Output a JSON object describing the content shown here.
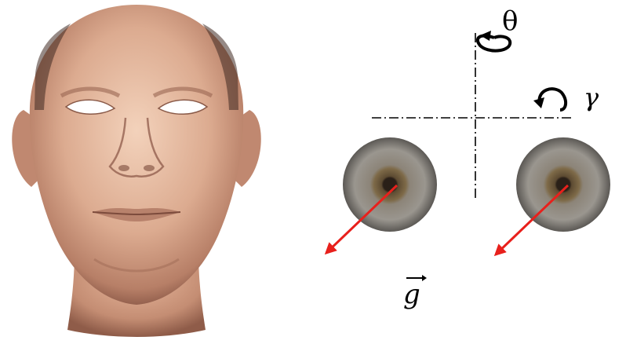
{
  "labels": {
    "theta": "θ",
    "gamma": "γ",
    "gaze": "g"
  },
  "colors": {
    "gaze_arrow": "#e8201c",
    "axis_line": "#000000",
    "skin_light": "#f0c7ac",
    "skin_mid": "#d79f86",
    "skin_dark": "#8d5a4a",
    "sclera": "#8f8d88",
    "iris": "#6f5a3c",
    "pupil": "#231d16"
  },
  "figure": {
    "elements": [
      "face-3d-model",
      "vertical-axis",
      "horizontal-axis",
      "left-eyeball",
      "right-eyeball",
      "left-gaze-arrow",
      "right-gaze-arrow"
    ]
  }
}
